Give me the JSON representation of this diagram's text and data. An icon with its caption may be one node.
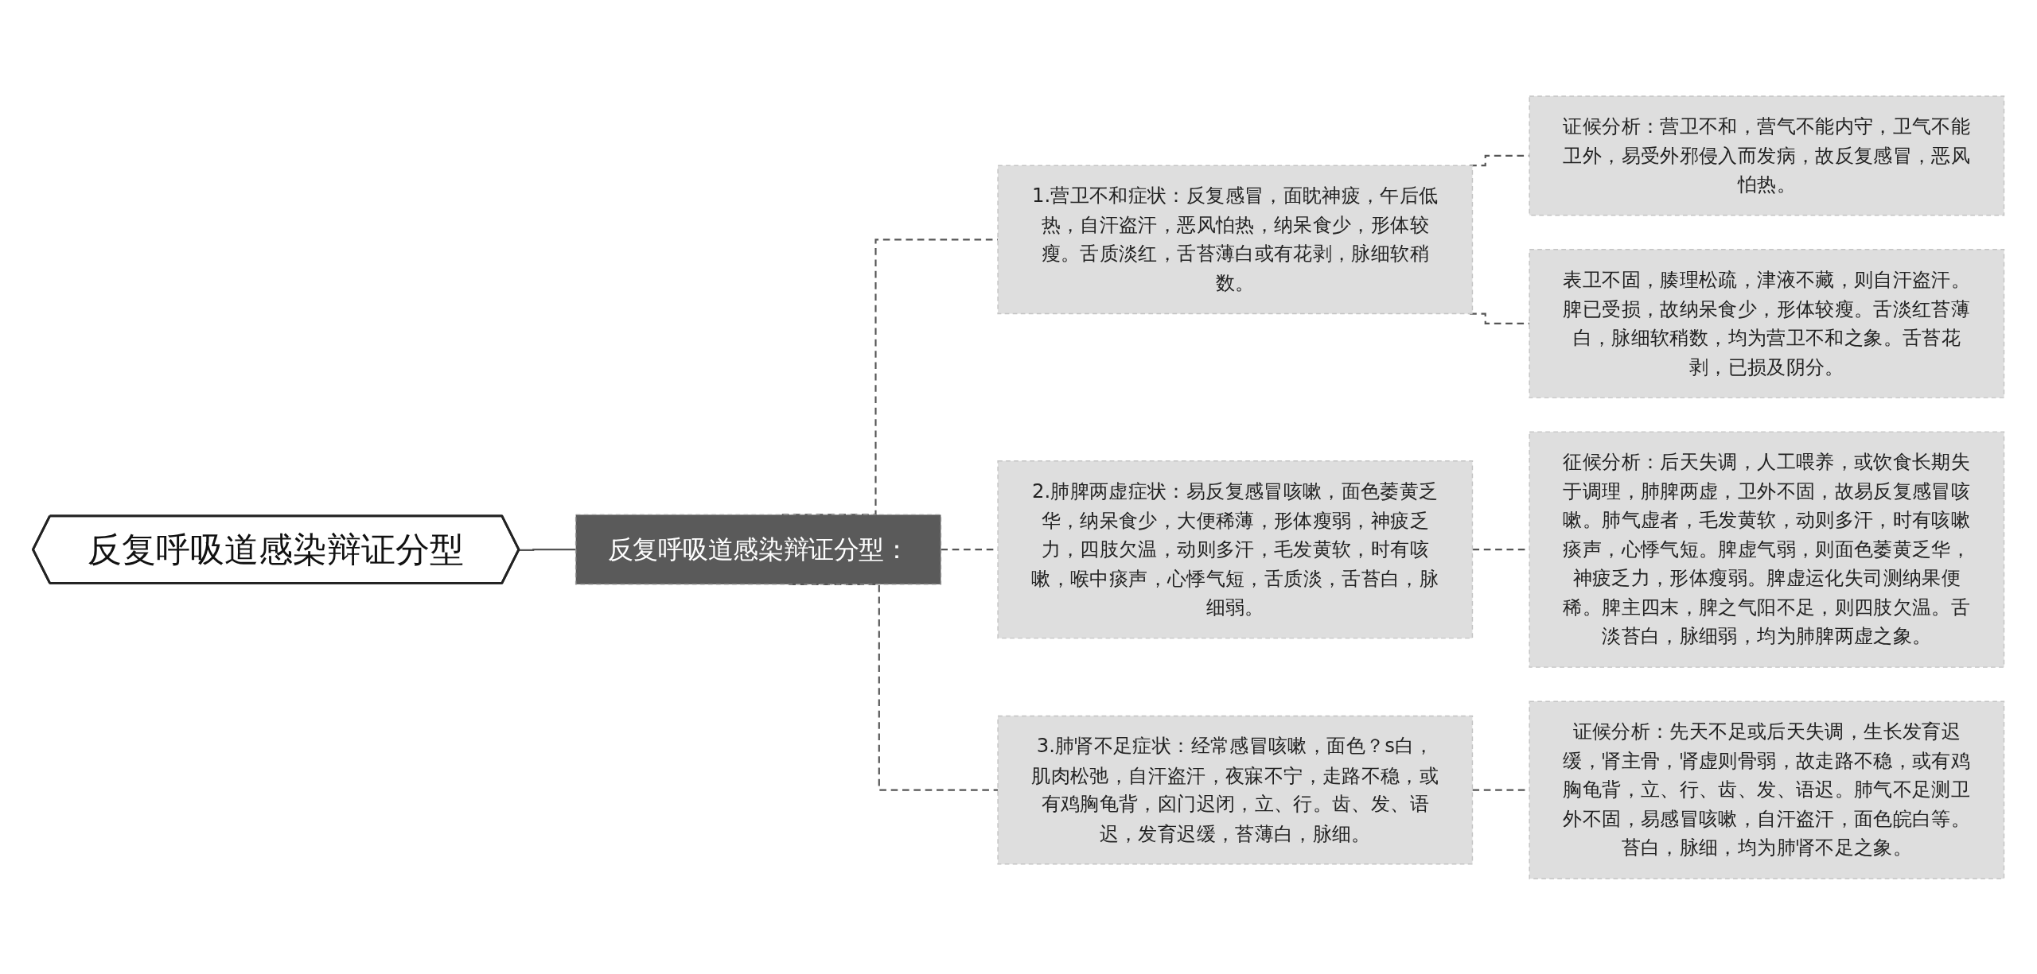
{
  "diagram": {
    "nodes": [
      {
        "text": [
          "反复呼吸道感染辩证分型"
        ]
      },
      {
        "text": [
          "反复呼吸道感染辩证分型："
        ]
      },
      {
        "text": [
          "1.营卫不和症状：反复感冒，面眈神疲，午后低热，自汗盗汗，恶风怕热，纳呆食少，形体较瘦。舌质淡红，舌苔薄白或有花剥，脉细软稍数。"
        ]
      },
      {
        "text": [
          "2.肺脾两虚症状：易反复感冒咳嗽，面色萎黄乏华，纳呆食少，大便稀薄，形体瘦弱，神疲乏力，四肢欠温，动则多汗，毛发黄软，时有咳嗽，喉中痰声，心悸气短，舌质淡，舌苔白，脉细弱。"
        ]
      },
      {
        "text": [
          "3.肺肾不足症状：经常感冒咳嗽，面色？s白，肌肉松弛，自汗盗汗，夜寐不宁，走路不稳，或有鸡胸龟背，囟门迟闭，立、行。齿、发、语迟，发育迟缓，苔薄白，脉细。"
        ]
      },
      {
        "text": [
          "证候分析：营卫不和，营气不能内守，卫气不能卫外，易受外邪侵入而发病，故反复感冒，恶风怕热。"
        ]
      },
      {
        "text": [
          "表卫不固，腠理松疏，津液不藏，则自汗盗汗。脾已受损，故纳呆食少，形体较瘦。舌淡红苔薄白，脉细软稍数，均为营卫不和之象。舌苔花剥，已损及阴分。"
        ]
      },
      {
        "text": [
          "征候分析：后天失调，人工喂养，或饮食长期失于调理，肺脾两虚，卫外不固，故易反复感冒咳嗽。肺气虚者，毛发黄软，动则多汗，时有咳嗽痰声，心悸气短。脾虚气弱，则面色萎黄乏华，神疲乏力，形体瘦弱。脾虚运化失司测纳果便稀。脾主四末，脾之气阳不足，则四肢欠温。舌淡苔白，脉细弱，均为肺脾两虚之象。"
        ]
      },
      {
        "text": [
          "证候分析：先天不足或后天失调，生长发育迟缓，肾主骨，肾虚则骨弱，故走路不稳，或有鸡胸龟背，立、行、齿、发、语迟。肺气不足测卫外不固，易感冒咳嗽，自汗盗汗，面色皖白等。苔白，脉细，均为肺肾不足之象。"
        ]
      }
    ],
    "edges": [
      {
        "from": 0,
        "to": 1,
        "arrow": "none"
      },
      {
        "from": 1,
        "to": 2,
        "arrow": "none",
        "style": "dashed"
      },
      {
        "from": 1,
        "to": 3,
        "arrow": "none",
        "style": "dashed"
      },
      {
        "from": 1,
        "to": 4,
        "arrow": "none",
        "style": "dashed"
      },
      {
        "from": 2,
        "to": 5,
        "arrow": "none",
        "style": "dashed"
      },
      {
        "from": 2,
        "to": 6,
        "arrow": "none",
        "style": "dashed"
      },
      {
        "from": 3,
        "to": 7,
        "arrow": "none",
        "style": "dashed"
      },
      {
        "from": 4,
        "to": 8,
        "arrow": "none",
        "style": "dashed"
      }
    ]
  }
}
